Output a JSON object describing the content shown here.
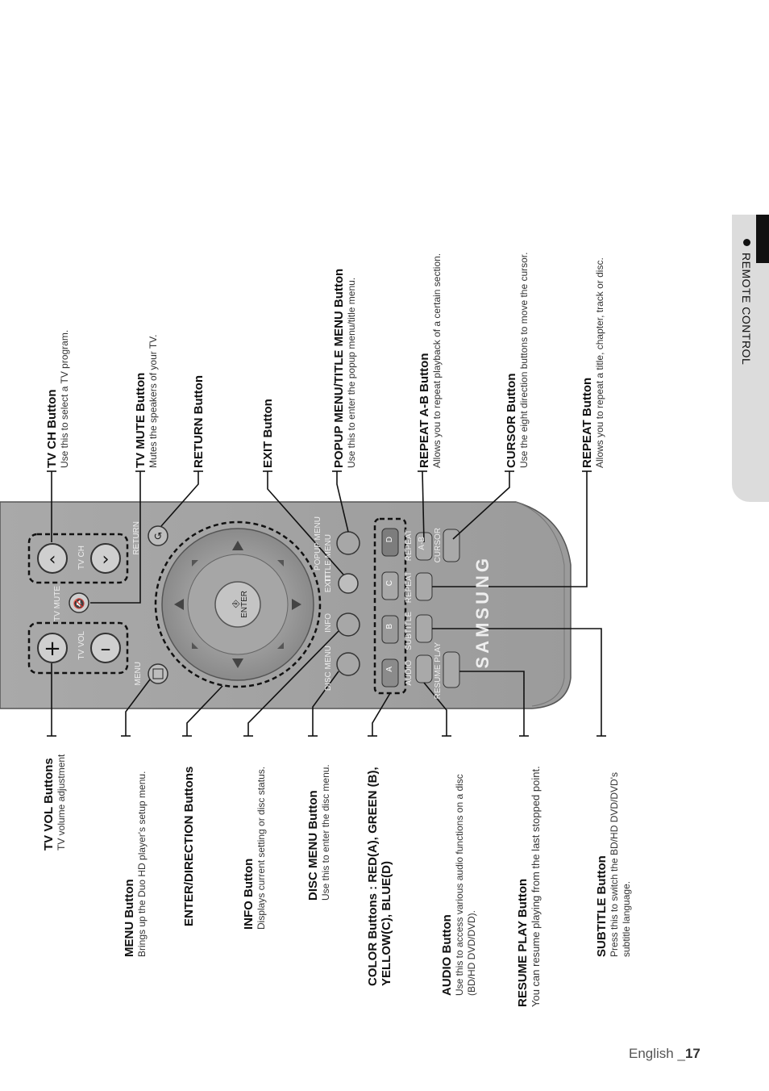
{
  "section_tab": "REMOTE CONTROL",
  "footer": {
    "lang": "English _",
    "page": "17"
  },
  "remote": {
    "brand": "SAMSUNG",
    "labels": {
      "tv_vol": "TV VOL",
      "tv_ch": "TV CH",
      "tv_mute": "TV MUTE",
      "return": "RETURN",
      "menu": "MENU",
      "enter": "ENTER",
      "info": "INFO",
      "disc_menu": "DISC MENU",
      "exit": "EXIT",
      "title_menu": "TITLE MENU",
      "popup_menu": "POPUP MENU",
      "audio": "AUDIO",
      "subtitle": "SUBTITLE",
      "repeat": "REPEAT",
      "repeat_ab": "REPEAT",
      "ab": "A-B",
      "cursor": "CURSOR",
      "resume_play": "RESUME PLAY",
      "btn_a": "A",
      "btn_b": "B",
      "btn_c": "C",
      "btn_d": "D"
    }
  },
  "callouts_top": [
    {
      "title": "TV CH Button",
      "desc": "Use this to select a TV program."
    },
    {
      "title": "TV MUTE Button",
      "desc": "Mutes the speakers of your TV."
    },
    {
      "title": "RETURN Button",
      "desc": ""
    },
    {
      "title": "EXIT Button",
      "desc": ""
    },
    {
      "title": "POPUP MENU/TITLE MENU Button",
      "desc": "Use this to enter the popup menu/title menu."
    },
    {
      "title": "REPEAT A-B Button",
      "desc": "Allows you to repeat playback of a certain section."
    },
    {
      "title": "CURSOR Button",
      "desc": "Use the eight direction buttons to move the cursor."
    },
    {
      "title": "REPEAT Button",
      "desc": "Allows you to repeat a title, chapter, track or disc."
    }
  ],
  "callouts_bottom": [
    {
      "title": "TV VOL Buttons",
      "desc": "TV volume adjustment"
    },
    {
      "title": "MENU Button",
      "desc": "Brings up the Duo HD player's setup menu."
    },
    {
      "title": "ENTER/DIRECTION Buttons",
      "desc": ""
    },
    {
      "title": "INFO Button",
      "desc": "Displays current setting or disc status."
    },
    {
      "title": "DISC MENU Button",
      "desc": "Use this to enter the disc menu."
    },
    {
      "title": "COLOR Buttons : RED(A), GREEN (B),",
      "title2": "YELLOW(C), BLUE(D)",
      "desc": ""
    },
    {
      "title": "AUDIO Button",
      "desc": "Use this to access various audio functions on a disc",
      "desc2": "(BD/HD DVD/DVD)."
    },
    {
      "title": "RESUME PLAY Button",
      "desc": "You can resume playing from the last stopped point."
    },
    {
      "title": "SUBTITLE Button",
      "desc": "Press this to switch the BD/HD DVD/DVD's",
      "desc2": "subtitle language."
    }
  ]
}
